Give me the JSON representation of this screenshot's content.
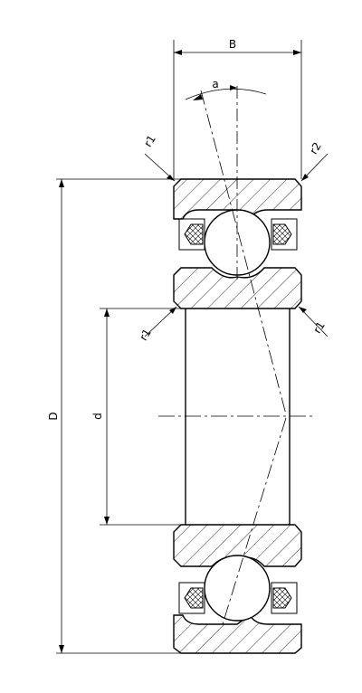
{
  "diagram": {
    "title": "",
    "labels": {
      "width": "B",
      "outer_diameter": "D",
      "bore_diameter": "d",
      "contact_angle": "a",
      "chamfer_top_left": "r1",
      "chamfer_top_right": "r2",
      "chamfer_inner_left": "r1",
      "chamfer_inner_right": "r1"
    },
    "colors": {
      "line": "#000000",
      "background": "#ffffff"
    }
  }
}
